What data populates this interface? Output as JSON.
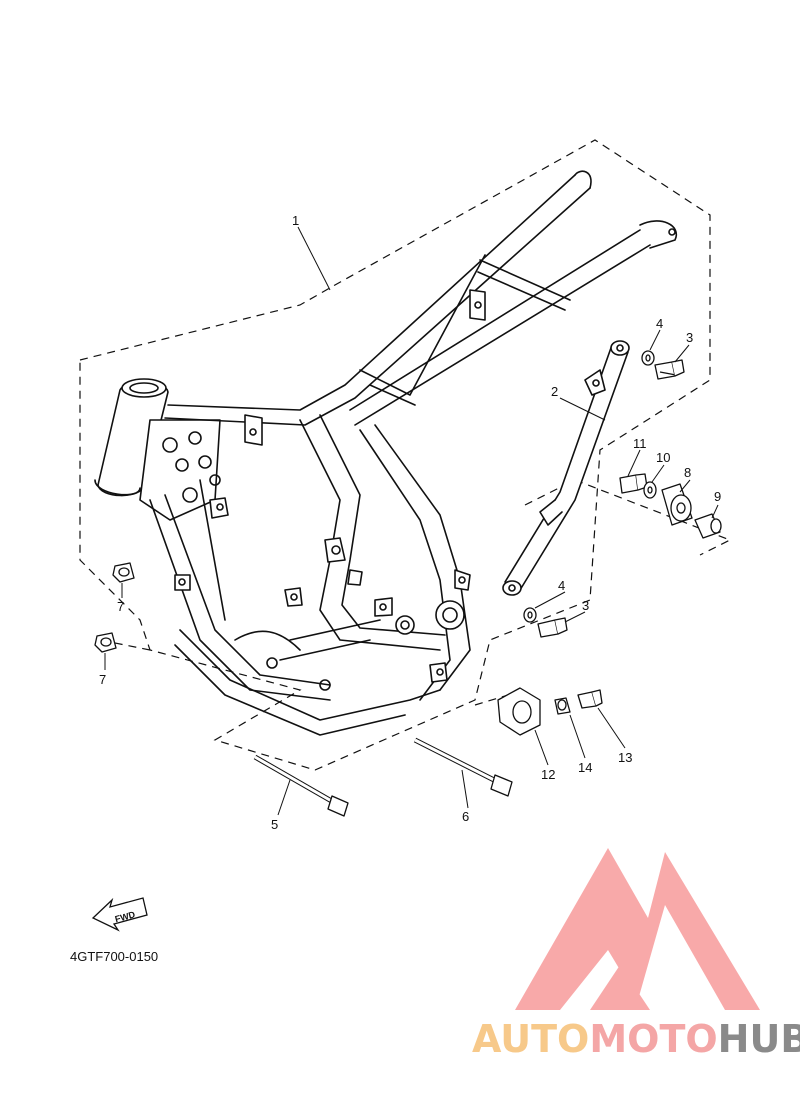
{
  "diagram": {
    "code": "4GTF700-0150",
    "fwd_label": "FWD",
    "callouts": [
      {
        "id": "c1",
        "text": "1"
      },
      {
        "id": "c2",
        "text": "2"
      },
      {
        "id": "c3a",
        "text": "3"
      },
      {
        "id": "c3b",
        "text": "3"
      },
      {
        "id": "c4a",
        "text": "4"
      },
      {
        "id": "c4b",
        "text": "4"
      },
      {
        "id": "c5",
        "text": "5"
      },
      {
        "id": "c6",
        "text": "6"
      },
      {
        "id": "c7a",
        "text": "7"
      },
      {
        "id": "c7b",
        "text": "7"
      },
      {
        "id": "c8",
        "text": "8"
      },
      {
        "id": "c9",
        "text": "9"
      },
      {
        "id": "c10",
        "text": "10"
      },
      {
        "id": "c11",
        "text": "11"
      },
      {
        "id": "c12",
        "text": "12"
      },
      {
        "id": "c13",
        "text": "13"
      },
      {
        "id": "c14",
        "text": "14"
      }
    ]
  },
  "watermark": {
    "part1": "AUTO",
    "part2": "MOTO",
    "part3": "HUB",
    "colors": {
      "auto": "#f7c98a",
      "moto": "#f4a6a6",
      "hub": "#8a8a8a",
      "logo": "#f79b9b"
    }
  }
}
